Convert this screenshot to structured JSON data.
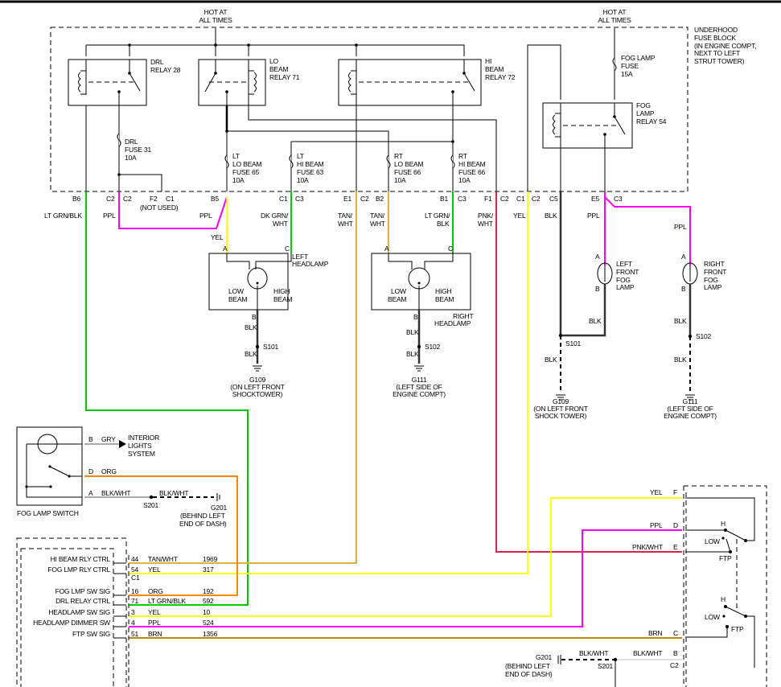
{
  "colors": {
    "ppl": "#ff00ff",
    "yel": "#ffff00",
    "grn": "#00cc00",
    "tan": "#e0b040",
    "pnk": "#e0204a",
    "blk": "#333333",
    "org": "#ff8800",
    "brn": "#b8860b",
    "gry": "#aaaaaa"
  },
  "power": {
    "line1": "HOT AT",
    "line2": "ALL TIMES"
  },
  "fuse_block": {
    "l1": "UNDERHOOD",
    "l2": "FUSE BLOCK",
    "l3": "(IN ENGINE COMPT,",
    "l4": "NEXT TO LEFT",
    "l5": "STRUT TOWER)"
  },
  "relays": {
    "drl": [
      "DRL",
      "RELAY 28"
    ],
    "lo": [
      "LO",
      "BEAM",
      "RELAY 71"
    ],
    "hi": [
      "HI",
      "BEAM",
      "RELAY 72"
    ],
    "fog": [
      "FOG",
      "LAMP",
      "RELAY 54"
    ]
  },
  "fuses": {
    "drl": [
      "DRL",
      "FUSE 31",
      "10A"
    ],
    "lt_lo": [
      "LT",
      "LO BEAM",
      "FUSE 65",
      "10A"
    ],
    "lt_hi": [
      "LT",
      "HI BEAM",
      "FUSE 63",
      "10A"
    ],
    "rt_lo": [
      "RT",
      "LO BEAM",
      "FUSE 66",
      "10A"
    ],
    "rt_hi": [
      "RT",
      "HI BEAM",
      "FUSE 66",
      "10A"
    ],
    "fog": [
      "FOG LAMP",
      "FUSE",
      "15A"
    ]
  },
  "connectors": {
    "b6": "B6",
    "c2a": "C2",
    "c2b": "C2",
    "f2": "F2",
    "c1a": "C1",
    "not_used": "(NOT USED)",
    "b5": "B5",
    "c1b": "C1",
    "c3a": "C3",
    "e1": "E1",
    "c2c": "C2",
    "b2": "B2",
    "b1": "B1",
    "c3b": "C3",
    "f1": "F1",
    "c2d": "C2",
    "c1c": "C1",
    "c2e": "C2",
    "c5": "C5",
    "e5": "E5",
    "c3c": "C3"
  },
  "wires": {
    "lt_grn_blk": "LT GRN/BLK",
    "ppl": "PPL",
    "ppl2": "PPL",
    "yel": "YEL",
    "dk_grn_wht": [
      "DK GRN/",
      "WHT"
    ],
    "tan_wht1": [
      "TAN/",
      "WHT"
    ],
    "tan_wht2": [
      "TAN/",
      "WHT"
    ],
    "lt_grn_blk2": [
      "LT GRN/",
      "BLK"
    ],
    "pnk_wht": [
      "PNK/",
      "WHT"
    ],
    "yel2": "YEL",
    "blk": "BLK",
    "ppl3": "PPL",
    "ppl4": "PPL",
    "blk_any": "BLK"
  },
  "headlamps": {
    "left": [
      "LEFT",
      "HEADLAMP"
    ],
    "right": [
      "RIGHT",
      "HEADLAMP"
    ],
    "low": [
      "LOW",
      "BEAM"
    ],
    "high": [
      "HIGH",
      "BEAM"
    ],
    "pin_a": "A",
    "pin_b": "B",
    "pin_c": "C"
  },
  "fog_lamps": {
    "left": [
      "LEFT",
      "FRONT",
      "FOG",
      "LAMP"
    ],
    "right": [
      "RIGHT",
      "FRONT",
      "FOG",
      "LAMP"
    ]
  },
  "splices": {
    "s101": "S101",
    "s102": "S102",
    "s201": "S201"
  },
  "grounds": {
    "g109": [
      "G109",
      "(ON LEFT FRONT",
      "SHOCKTOWER)"
    ],
    "g111": [
      "G111",
      "(LEFT SIDE OF",
      "ENGINE COMPT)"
    ],
    "g109b": [
      "G109",
      "(ON LEFT FRONT",
      "SHOCK TOWER)"
    ],
    "g201": [
      "G201",
      "(BEHIND LEFT",
      "END OF DASH)"
    ]
  },
  "fog_switch": {
    "title": "FOG LAMP SWITCH",
    "b": "B",
    "gry": "GRY",
    "interior": [
      "INTERIOR",
      "LIGHTS",
      "SYSTEM"
    ],
    "d": "D",
    "org": "ORG",
    "a": "A",
    "blk_wht": "BLK/WHT",
    "blk_wht2": "BLK/WHT"
  },
  "bcm": {
    "rows": [
      {
        "label": "HI BEAM RLY CTRL",
        "pin": "44",
        "color": "TAN/WHT",
        "circuit": "1969"
      },
      {
        "label": "FOG LMP RLY CTRL",
        "pin": "54",
        "color": "YEL",
        "circuit": "317"
      },
      {
        "label": "FOG LMP SW SIG",
        "pin": "16",
        "color": "ORG",
        "circuit": "192"
      },
      {
        "label": "DRL RELAY CTRL",
        "pin": "71",
        "color": "LT GRN/BLK",
        "circuit": "592"
      },
      {
        "label": "HEADLAMP SW SIG",
        "pin": "3",
        "color": "YEL",
        "circuit": "10"
      },
      {
        "label": "HEADLAMP DIMMER SW",
        "pin": "4",
        "color": "PPL",
        "circuit": "524"
      },
      {
        "label": "FTP SW SIG",
        "pin": "51",
        "color": "BRN",
        "circuit": "1356"
      }
    ],
    "connector": "C1"
  },
  "headlamp_switch": {
    "f": "F",
    "d": "D",
    "e": "E",
    "c": "C",
    "b": "B",
    "c2": "C2",
    "yel": "YEL",
    "ppl": "PPL",
    "pnk_wht": "PNK/WHT",
    "brn": "BRN",
    "blk_wht": "BLK/WHT",
    "blk_wht2": "BLK/WHT",
    "h": "H",
    "low": "LOW",
    "ftp": "FTP"
  }
}
